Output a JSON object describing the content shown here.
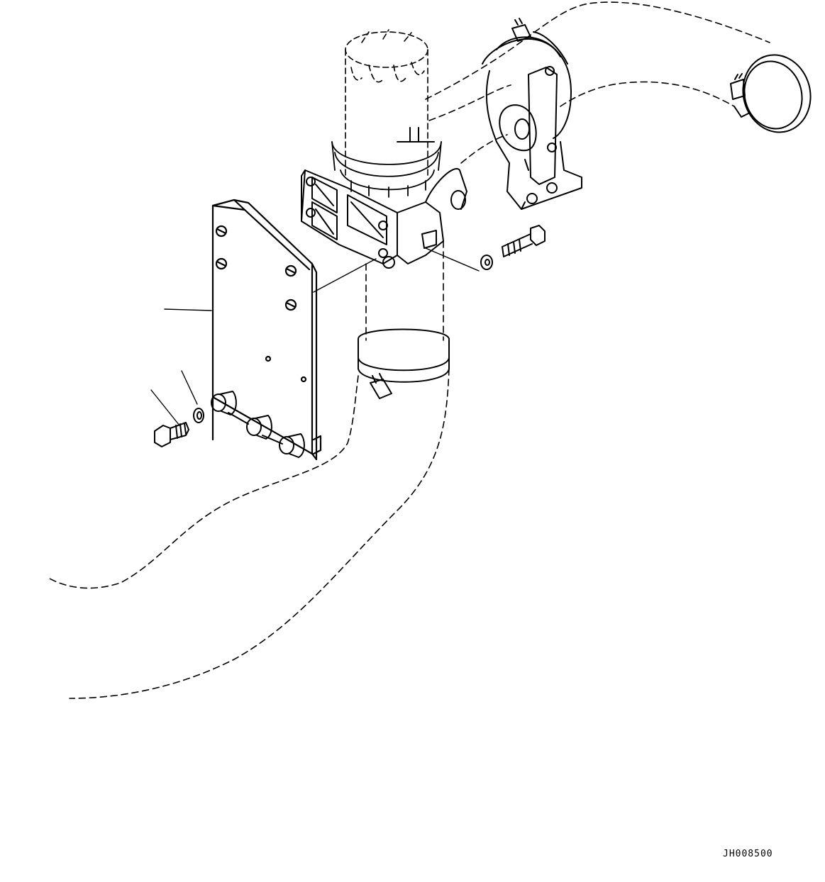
{
  "drawing": {
    "reference_code": "JH008500",
    "line_color": "#000000",
    "background_color": "#ffffff",
    "parts": [
      {
        "name": "filter-housing"
      },
      {
        "name": "filter-head-block"
      },
      {
        "name": "mounting-bracket"
      },
      {
        "name": "hose-upper"
      },
      {
        "name": "hose-lower"
      },
      {
        "name": "hose-clamp-upper"
      },
      {
        "name": "hose-clamp-lower"
      },
      {
        "name": "elbow-pipe"
      },
      {
        "name": "bolt-large"
      },
      {
        "name": "washer-large"
      },
      {
        "name": "bolt-small"
      },
      {
        "name": "washer-small"
      },
      {
        "name": "spacer-collar"
      }
    ]
  }
}
